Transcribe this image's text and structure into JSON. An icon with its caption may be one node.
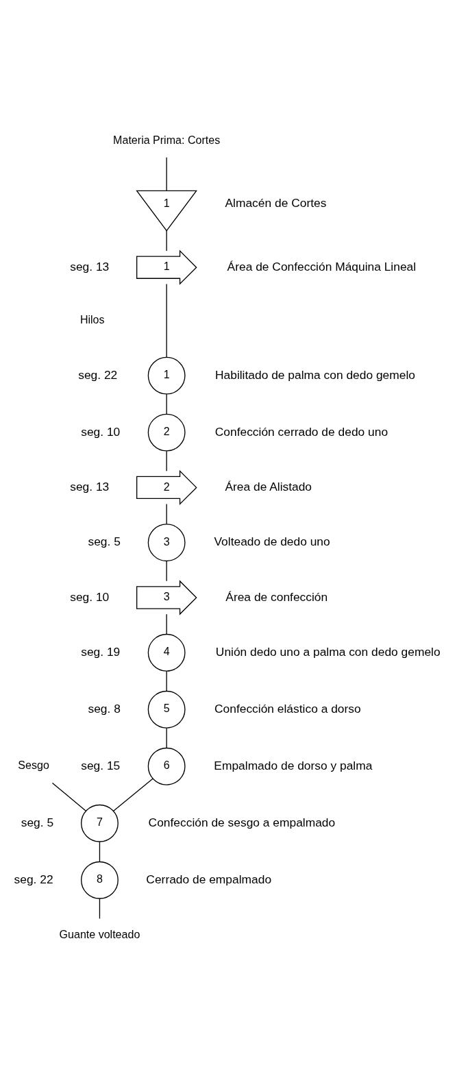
{
  "diagram": {
    "nodes": [
      {
        "text": [
          "Materia Prima: Cortes"
        ]
      },
      {
        "text": [
          "1"
        ],
        "beside": [
          "Almacén de Cortes"
        ]
      },
      {
        "text": [
          "1"
        ],
        "beside": [
          "seg. 13",
          "Área de Confección Máquina Lineal"
        ]
      },
      {
        "text": [
          "1"
        ],
        "beside": [
          "seg. 22",
          "Habilitado de palma con dedo gemelo"
        ]
      },
      {
        "text": [
          "2"
        ],
        "beside": [
          "seg. 10",
          "Confección cerrado de dedo uno"
        ]
      },
      {
        "text": [
          "2"
        ],
        "beside": [
          "seg. 13",
          "Área de Alistado"
        ]
      },
      {
        "text": [
          "3"
        ],
        "beside": [
          "seg. 5",
          "Volteado de dedo uno"
        ]
      },
      {
        "text": [
          "3"
        ],
        "beside": [
          "seg. 10",
          "Área de confección"
        ]
      },
      {
        "text": [
          "4"
        ],
        "beside": [
          "seg. 19",
          "Unión dedo uno a palma con dedo gemelo"
        ]
      },
      {
        "text": [
          "5"
        ],
        "beside": [
          "seg. 8",
          "Confección elástico a dorso"
        ]
      },
      {
        "text": [
          "6"
        ],
        "beside": [
          "seg. 15",
          "Empalmado de dorso y palma"
        ]
      },
      {
        "text": [
          "Sesgo"
        ]
      },
      {
        "text": [
          "7"
        ],
        "beside": [
          "seg. 5",
          "Confección de sesgo a empalmado"
        ]
      },
      {
        "text": [
          "8"
        ],
        "beside": [
          "seg. 22",
          "Cerrado de empalmado"
        ]
      },
      {
        "text": [
          "Guante volteado"
        ]
      }
    ],
    "edges": [
      {
        "from": 0,
        "to": 1,
        "arrow": "none"
      },
      {
        "from": 1,
        "to": 2,
        "arrow": "none"
      },
      {
        "from": 2,
        "to": 3,
        "arrow": "none"
      },
      {
        "from": 3,
        "to": 4,
        "arrow": "none"
      },
      {
        "from": 4,
        "to": 5,
        "arrow": "none"
      },
      {
        "from": 5,
        "to": 6,
        "arrow": "none"
      },
      {
        "from": 6,
        "to": 7,
        "arrow": "none"
      },
      {
        "from": 7,
        "to": 8,
        "arrow": "none"
      },
      {
        "from": 8,
        "to": 9,
        "arrow": "none"
      },
      {
        "from": 9,
        "to": 10,
        "arrow": "none"
      },
      {
        "from": 10,
        "to": 12,
        "arrow": "none"
      },
      {
        "from": 11,
        "to": 12,
        "arrow": "none"
      },
      {
        "from": 12,
        "to": 13,
        "arrow": "none"
      },
      {
        "from": 13,
        "to": 14,
        "arrow": "none"
      }
    ],
    "labels": [
      "Hilos"
    ]
  }
}
